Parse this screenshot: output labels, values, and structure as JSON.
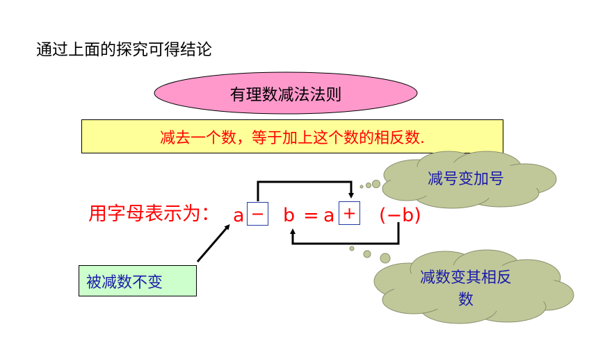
{
  "intro_text": "通过上面的探究可得结论",
  "rule_title": "有理数减法法则",
  "rule_statement": "减去一个数，等于加上这个数的相反数.",
  "formula": {
    "prefix": "用字母表示为：",
    "a1": "a",
    "minus_op": "−",
    "b": "b",
    "equals": "=",
    "a2": "a",
    "plus_op": "+",
    "neg_b": "(−b)"
  },
  "minuend_label": "被减数不变",
  "cloud_sign_change": "减号变加号",
  "cloud_opposite": "减数变其相反数",
  "colors": {
    "ellipse_fill": "#ff99cc",
    "rule_box_fill": "#ffff99",
    "rule_text": "#ff0000",
    "label_fill": "#ccffcc",
    "cloud_fill": "#c0c89a",
    "blue_text": "#1a1aa8",
    "op_border": "#1f3b9f"
  },
  "icons": [
    "arrow-up-right-icon",
    "connector-arrow-down-icon",
    "connector-arrow-up-icon",
    "cloud-icon"
  ]
}
